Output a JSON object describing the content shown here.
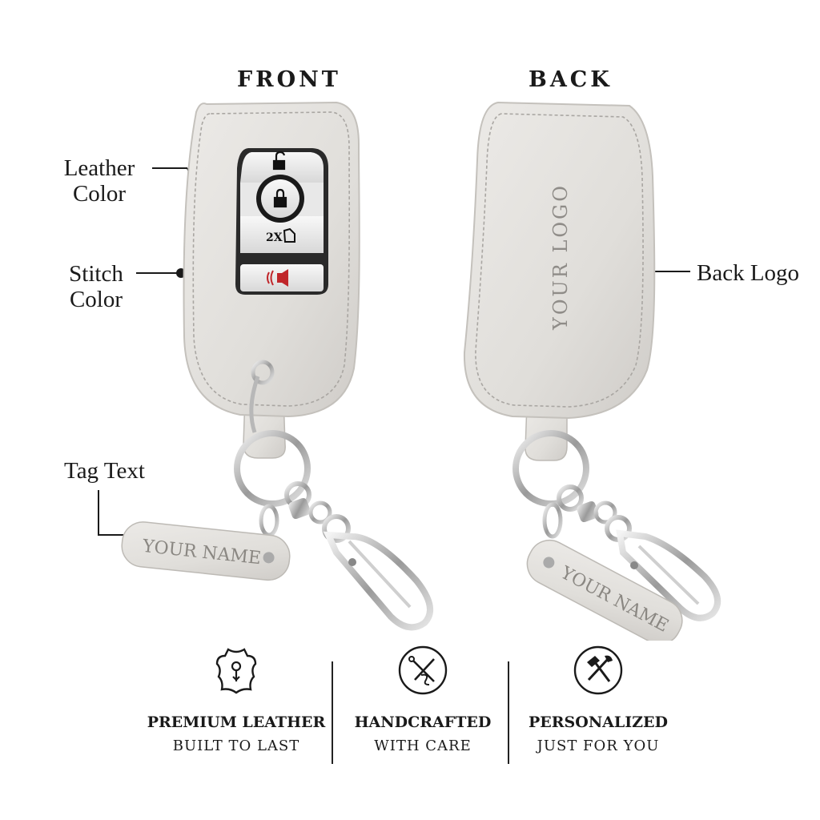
{
  "views": {
    "front": "FRONT",
    "back": "BACK"
  },
  "callouts": {
    "leather_color": [
      "Leather",
      "Color"
    ],
    "stitch_color": [
      "Stitch",
      "Color"
    ],
    "tag_text": "Tag Text",
    "back_logo": "Back Logo"
  },
  "product": {
    "back_logo_text": "YOUR LOGO",
    "tag_text_front": "YOUR NAME",
    "tag_text_back": "YOUR NAME",
    "button_2x_label": "2X",
    "leather_color": "#e4e2df",
    "stitch_color": "#a9a6a2",
    "panic_color": "#c0262a"
  },
  "features": [
    {
      "icon": "leather-hide-icon",
      "title": "PREMIUM LEATHER",
      "subtitle": "BUILT TO LAST"
    },
    {
      "icon": "needle-thread-icon",
      "title": "HANDCRAFTED",
      "subtitle": "WITH CARE"
    },
    {
      "icon": "hammer-wrench-icon",
      "title": "PERSONALIZED",
      "subtitle": "JUST FOR YOU"
    }
  ]
}
